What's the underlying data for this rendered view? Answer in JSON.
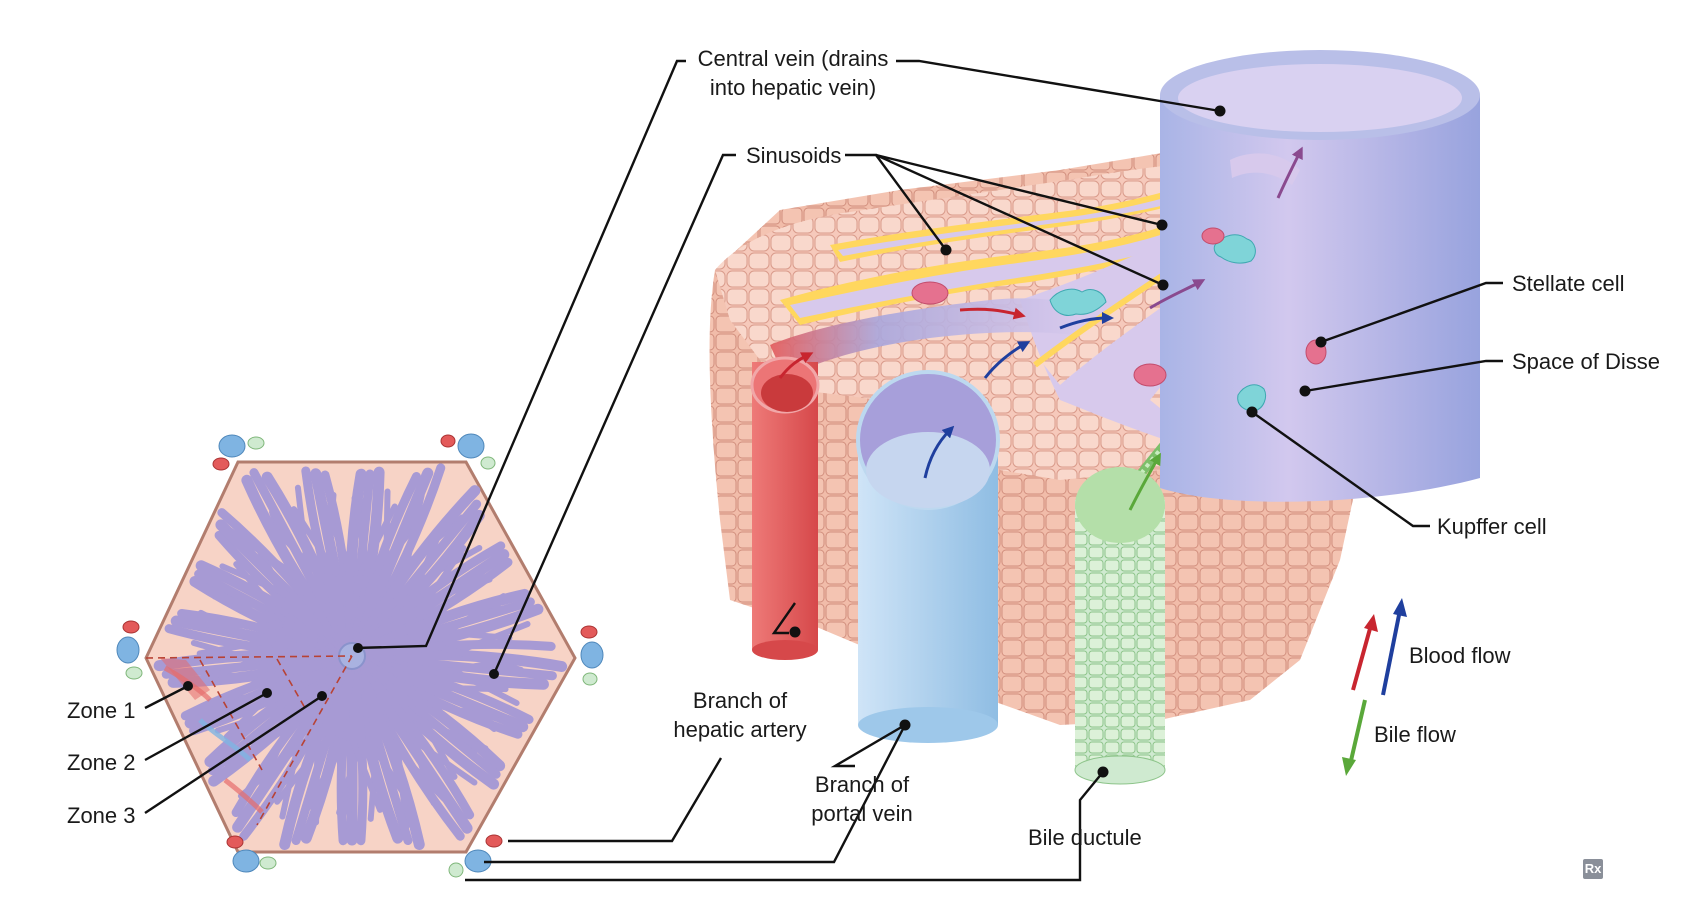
{
  "labels": {
    "central_vein": [
      "Central vein (drains",
      "into hepatic vein)"
    ],
    "sinusoids": "Sinusoids",
    "stellate_cell": "Stellate cell",
    "space_of_disse": "Space of Disse",
    "kupffer_cell": "Kupffer cell",
    "blood_flow": "Blood flow",
    "bile_flow": "Bile flow",
    "hepatic_artery": [
      "Branch of",
      "hepatic artery"
    ],
    "portal_vein": [
      "Branch of",
      "portal vein"
    ],
    "bile_ductule": "Bile ductule",
    "zone1": "Zone 1",
    "zone2": "Zone 2",
    "zone3": "Zone 3"
  },
  "logo": "Rx",
  "colors": {
    "hepatocyte": "#f6c9bb",
    "hepatocyte_outline": "#d89a8a",
    "sinusoid": "#d7c9ec",
    "central_vein": "#a9b2e0",
    "space_of_disse": "#ffd75e",
    "artery": "#e35a5a",
    "portal_vein": "#b6d6f0",
    "bile_duct": "#b9e2b0",
    "kupffer": "#7fd4d8",
    "stellate": "#e5718f",
    "lobule_fill": "#f7d3c6",
    "lobule_purple": "#a79ad4",
    "zone_line": "#c0392b",
    "arrow_blood_red": "#c8252f",
    "arrow_blood_blue": "#1f3f9e",
    "arrow_bile": "#5aa83a",
    "leader": "#111111"
  }
}
